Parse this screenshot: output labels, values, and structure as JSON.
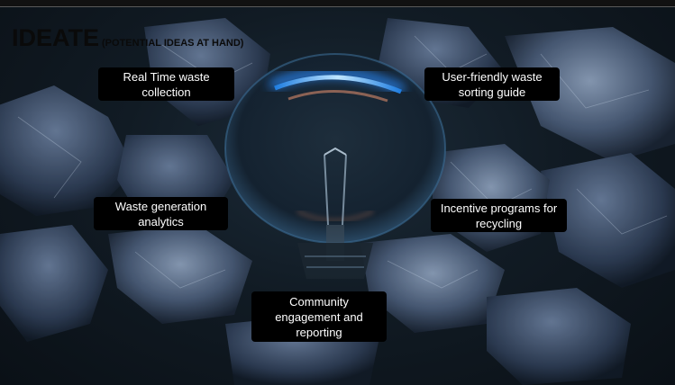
{
  "slide": {
    "title": "IDEATE",
    "subtitle": "(POTENTIAL IDEAS  AT HAND)"
  },
  "ideas": [
    {
      "label": "Real Time waste collection"
    },
    {
      "label": "User-friendly waste sorting guide"
    },
    {
      "label": "Waste generation analytics"
    },
    {
      "label": "Incentive programs for recycling"
    },
    {
      "label": "Community engagement and reporting"
    }
  ],
  "background": {
    "image": "lightbulb-on-crumpled-paper",
    "accent_color": "#4aa8ff"
  }
}
